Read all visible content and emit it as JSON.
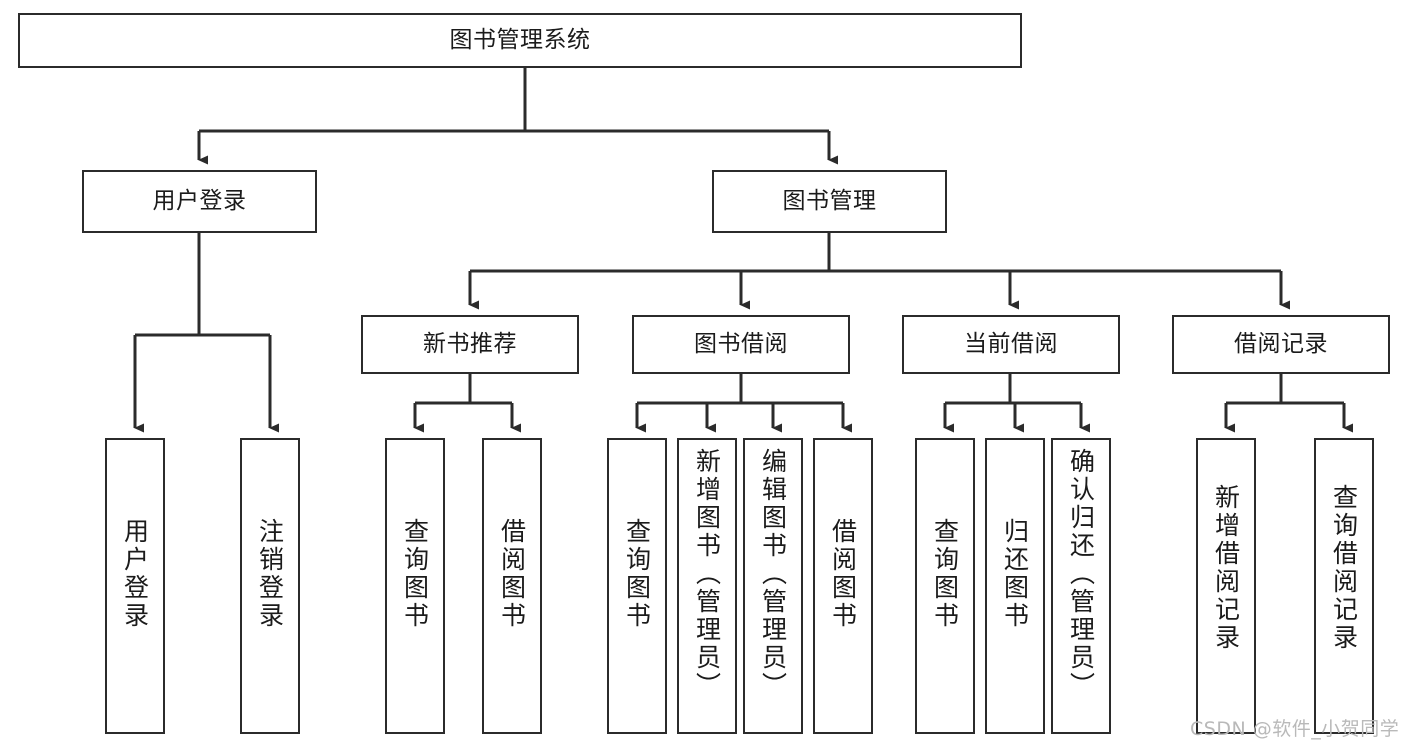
{
  "diagram": {
    "title": "图书管理系统",
    "type": "tree-hierarchy-chart",
    "colors": {
      "stroke": "#2b2b2b",
      "fill": "#ffffff",
      "text": "#1b1b1b",
      "watermark": "#b9b9b9"
    },
    "root": {
      "label": "图书管理系统"
    },
    "level2": [
      {
        "label": "用户登录"
      },
      {
        "label": "图书管理"
      }
    ],
    "level3": [
      {
        "label": "新书推荐"
      },
      {
        "label": "图书借阅"
      },
      {
        "label": "当前借阅"
      },
      {
        "label": "借阅记录"
      }
    ],
    "leaves": {
      "user_login": [
        {
          "label": "用户登录"
        },
        {
          "label": "注销登录"
        }
      ],
      "new_book_recommend": [
        {
          "label": "查询图书"
        },
        {
          "label": "借阅图书"
        }
      ],
      "book_borrow": [
        {
          "label": "查询图书"
        },
        {
          "label": "新增图书（管理员）"
        },
        {
          "label": "编辑图书（管理员）"
        },
        {
          "label": "借阅图书"
        }
      ],
      "current_borrow": [
        {
          "label": "查询图书"
        },
        {
          "label": "归还图书"
        },
        {
          "label": "确认归还（管理员）"
        }
      ],
      "borrow_record": [
        {
          "label": "新增借阅记录"
        },
        {
          "label": "查询借阅记录"
        }
      ]
    }
  },
  "watermark": {
    "text": "CSDN @软件_小贺同学"
  }
}
